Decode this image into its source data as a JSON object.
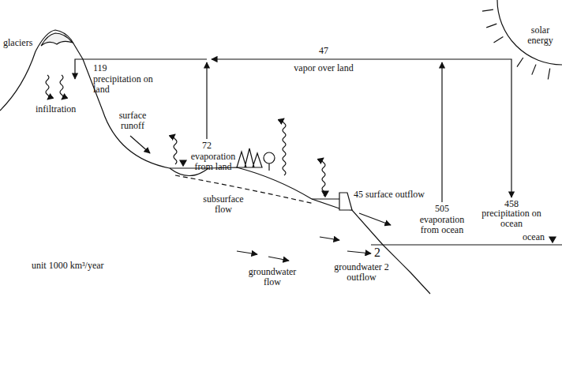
{
  "diagram": {
    "labels": [
      "solar energy",
      "47",
      "vapor over land",
      "119",
      "precipitation on land",
      "glaciers",
      "72",
      "evaporation from land",
      "458",
      "precipitation on ocean",
      "505",
      "evaporation from ocean",
      "infiltration",
      "surface runoff",
      "subsurface flow",
      "45 surface outflow",
      "unit 1000 km³/year",
      "groundwater flow",
      "2",
      "groundwater 2 outflow",
      "ocean"
    ]
  }
}
